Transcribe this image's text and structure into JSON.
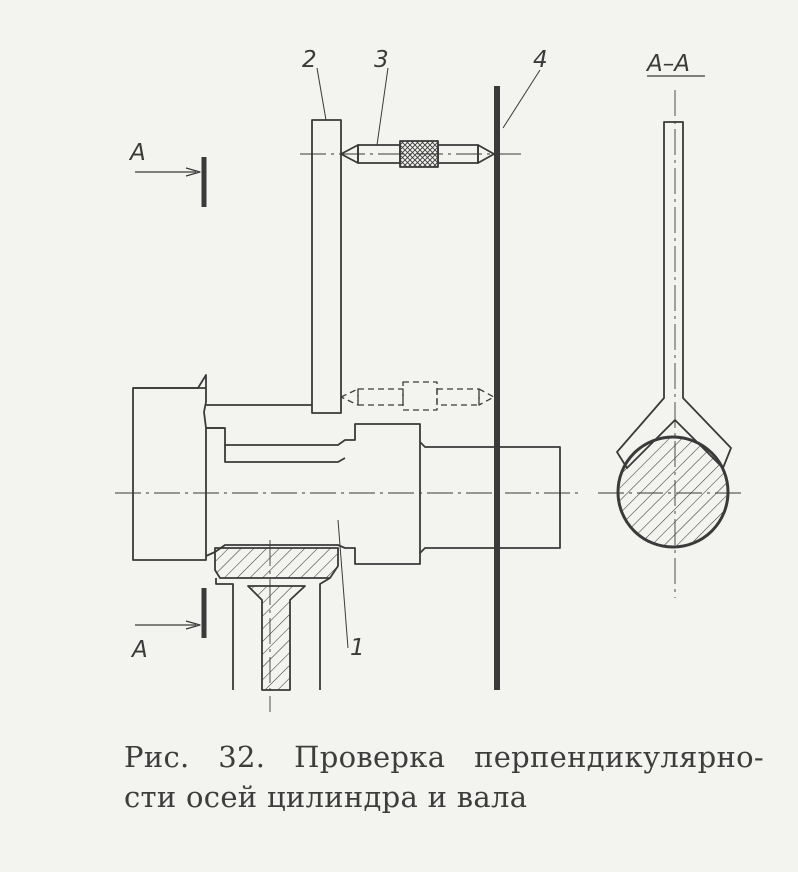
{
  "labels": {
    "part_1": "1",
    "part_2": "2",
    "part_3": "3",
    "part_4": "4",
    "section_top": "А",
    "section_bottom": "А",
    "section_view": "А–А"
  },
  "caption": {
    "line1": "Рис. 32. Проверка перпендикулярно-",
    "line2": "сти осей цилиндра и вала"
  },
  "colors": {
    "ink": "#3a3a3a",
    "paper": "#f3f3ef"
  }
}
